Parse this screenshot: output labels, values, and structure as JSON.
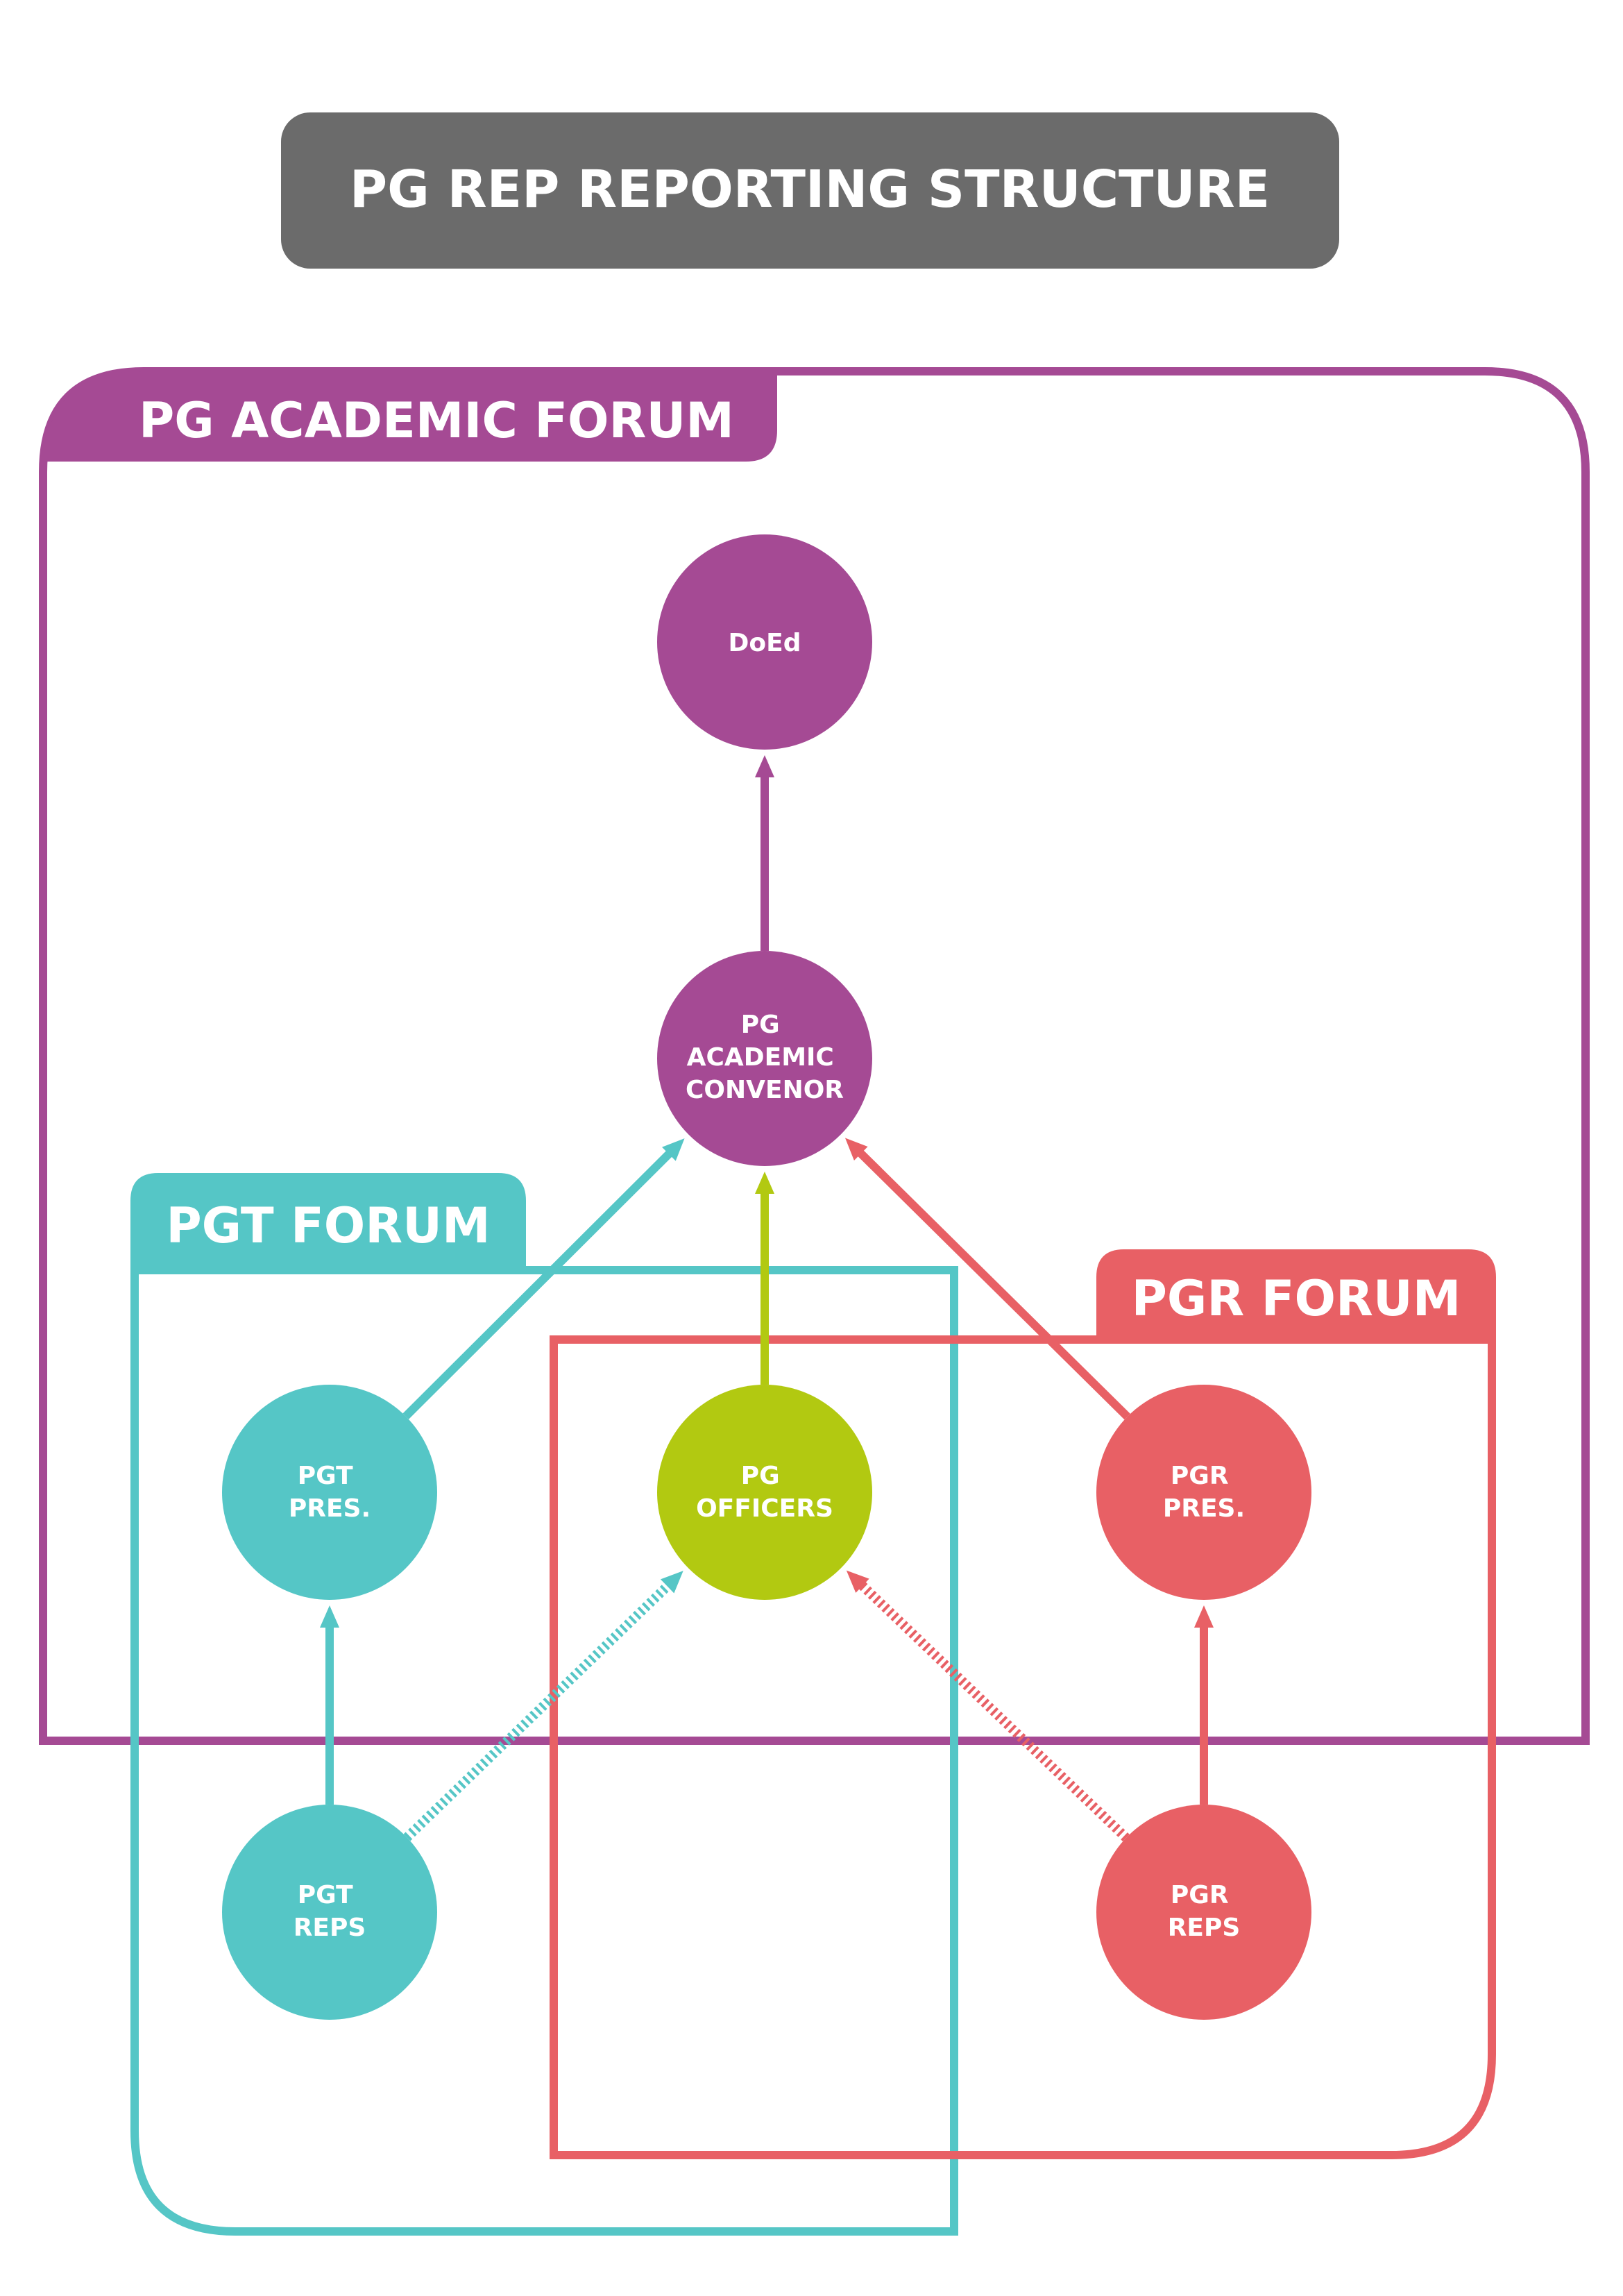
{
  "title": "PG REP REPORTING STRUCTURE",
  "colors": {
    "title_bg": "#6b6b6b",
    "academic": "#a54a94",
    "pgt": "#55c6c6",
    "officers": "#b2c911",
    "pgr": "#e86065"
  },
  "forums": {
    "academic": "PG ACADEMIC FORUM",
    "pgt": "PGT FORUM",
    "pgr": "PGR FORUM"
  },
  "nodes": {
    "doed": [
      "DoEd"
    ],
    "convenor": [
      "PG",
      "ACADEMIC",
      "CONVENOR"
    ],
    "pgt_pres": [
      "PGT",
      "PRES."
    ],
    "officers": [
      "PG",
      "OFFICERS"
    ],
    "pgr_pres": [
      "PGR",
      "PRES."
    ],
    "pgt_reps": [
      "PGT",
      "REPS"
    ],
    "pgr_reps": [
      "PGR",
      "REPS"
    ]
  },
  "links": [
    {
      "from": "convenor",
      "to": "doed",
      "style": "solid",
      "color": "academic"
    },
    {
      "from": "pgt_pres",
      "to": "convenor",
      "style": "solid",
      "color": "pgt"
    },
    {
      "from": "officers",
      "to": "convenor",
      "style": "solid",
      "color": "officers"
    },
    {
      "from": "pgr_pres",
      "to": "convenor",
      "style": "solid",
      "color": "pgr"
    },
    {
      "from": "pgt_reps",
      "to": "pgt_pres",
      "style": "solid",
      "color": "pgt"
    },
    {
      "from": "pgr_reps",
      "to": "pgr_pres",
      "style": "solid",
      "color": "pgr"
    },
    {
      "from": "pgt_reps",
      "to": "officers",
      "style": "dotted",
      "color": "pgt"
    },
    {
      "from": "pgr_reps",
      "to": "officers",
      "style": "dotted",
      "color": "pgr"
    }
  ]
}
